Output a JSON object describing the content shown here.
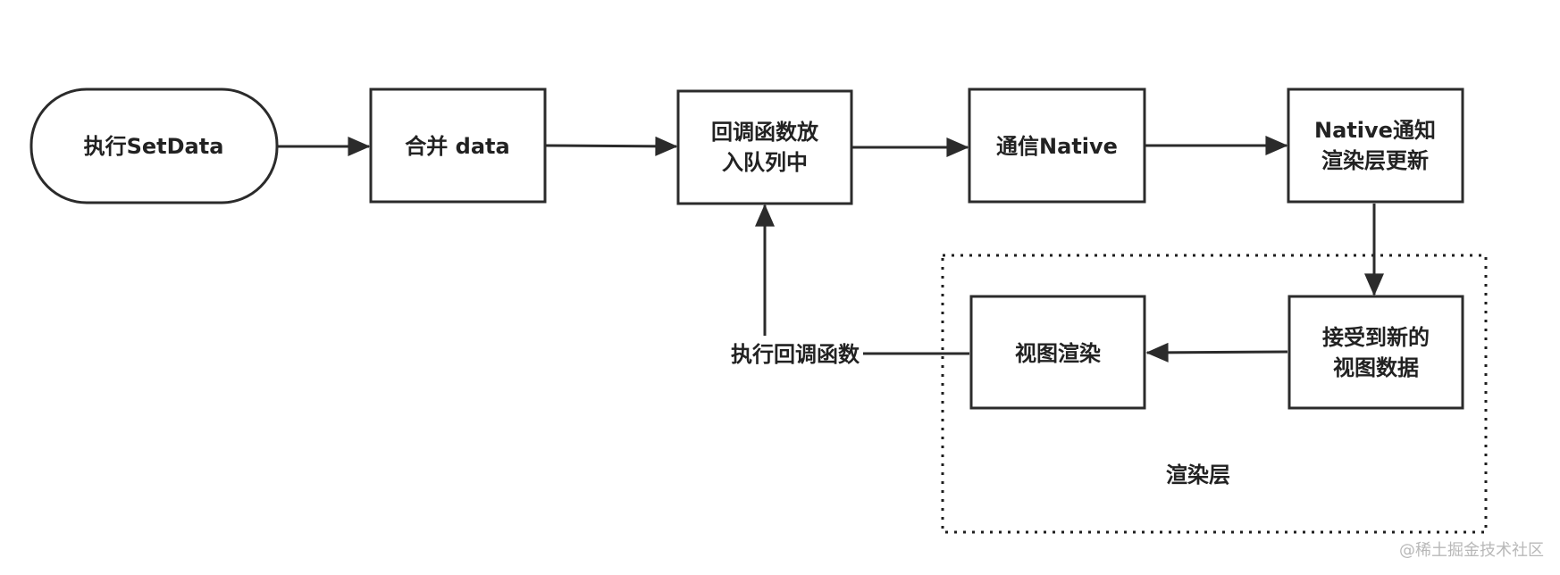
{
  "diagram": {
    "nodes": {
      "execute_setdata": "执行SetData",
      "merge_data": "合并 data",
      "enqueue_callback_line1": "回调函数放",
      "enqueue_callback_line2": "入队列中",
      "notify_native": "通信Native",
      "native_notify_line1": "Native通知",
      "native_notify_line2": "渲染层更新",
      "receive_data_line1": "接受到新的",
      "receive_data_line2": "视图数据",
      "view_render": "视图渲染"
    },
    "edge_labels": {
      "execute_callback": "执行回调函数"
    },
    "groups": {
      "render_layer": "渲染层"
    },
    "colors": {
      "stroke": "#2b2b2b",
      "text": "#222222",
      "watermark": "#b8b8b8"
    }
  },
  "watermark": {
    "text": "@稀土掘金技术社区"
  }
}
